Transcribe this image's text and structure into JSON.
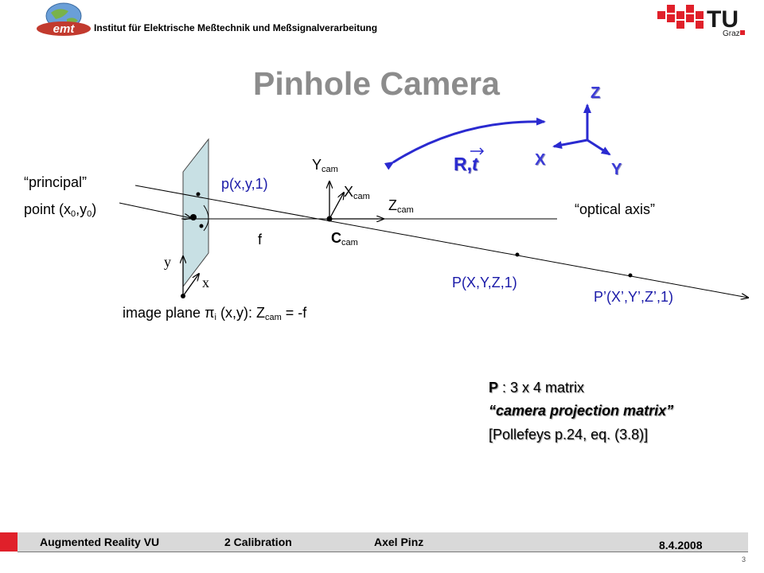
{
  "header": {
    "institute": "Institut für Elektrische Meßtechnik und Meßsignalverarbeitung",
    "emt_logo_text": "emt",
    "tu_logo_text": "TU",
    "tu_logo_sub": "Graz"
  },
  "title": "Pinhole Camera",
  "labels": {
    "principal_1": "“principal”",
    "principal_2": "point (x",
    "principal_sub0": "0",
    "principal_comma": ",y",
    "principal_sub1": "0",
    "principal_close": ")",
    "p_small": "p(x,y,1)",
    "y_cam": "Y",
    "x_cam": "X",
    "z_cam": "Z",
    "c_cam": "C",
    "cam_sub": "cam",
    "optical_axis": "“optical axis”",
    "f": "f",
    "y": "y",
    "x": "x",
    "P_point": "P(X,Y,Z,1)",
    "P_prime": "P’(X’,Y’,Z’,1)",
    "image_plane_pre": "image plane π",
    "image_plane_sub": "i",
    "image_plane_mid": " (x,y): Z",
    "image_plane_sub2": "cam",
    "image_plane_post": " = -f",
    "axis_Z": "Z",
    "axis_X": "X",
    "axis_Y": "Y",
    "R": "R",
    "comma": ",",
    "t": "t"
  },
  "note": {
    "line1_bold": "P",
    "line1_rest": " :   3 x 4 matrix",
    "line2": "“camera projection matrix”",
    "line3": "[Pollefeys p.24, eq. (3.8)]"
  },
  "footer": {
    "course": "Augmented Reality VU",
    "chapter": "2 Calibration",
    "author": "Axel Pinz",
    "date": "8.4.2008",
    "page": "3"
  },
  "colors": {
    "title": "#8c8c8c",
    "blue": "#2a2ad0",
    "footer_bg": "#d9d9d9",
    "footer_red": "#e0202a",
    "tu_red": "#e0202a"
  }
}
